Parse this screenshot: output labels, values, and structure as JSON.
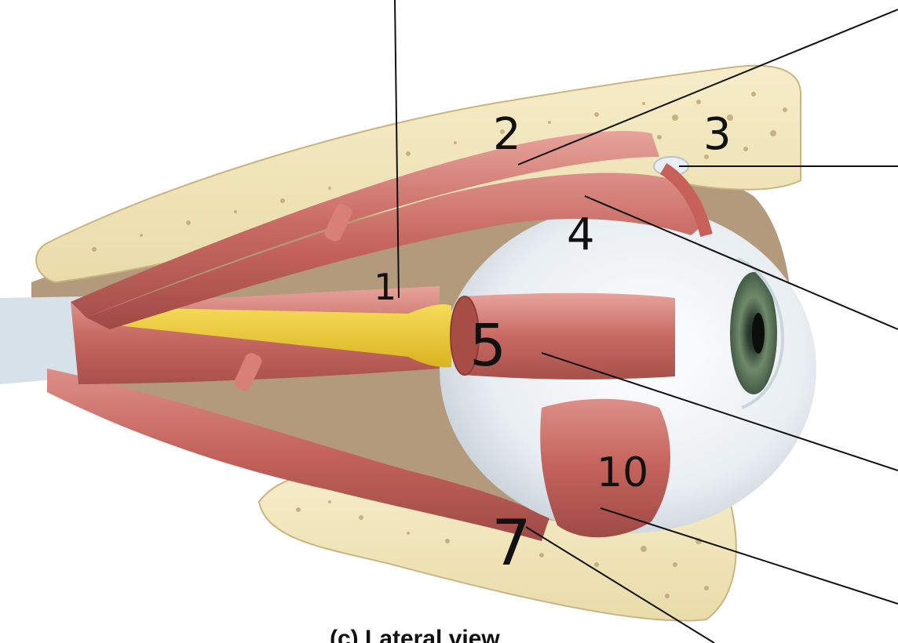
{
  "figure": {
    "caption": "(c) Lateral view"
  },
  "handwritten_numbers": [
    "1",
    "2",
    "3",
    "4",
    "5",
    "7",
    "10"
  ]
}
